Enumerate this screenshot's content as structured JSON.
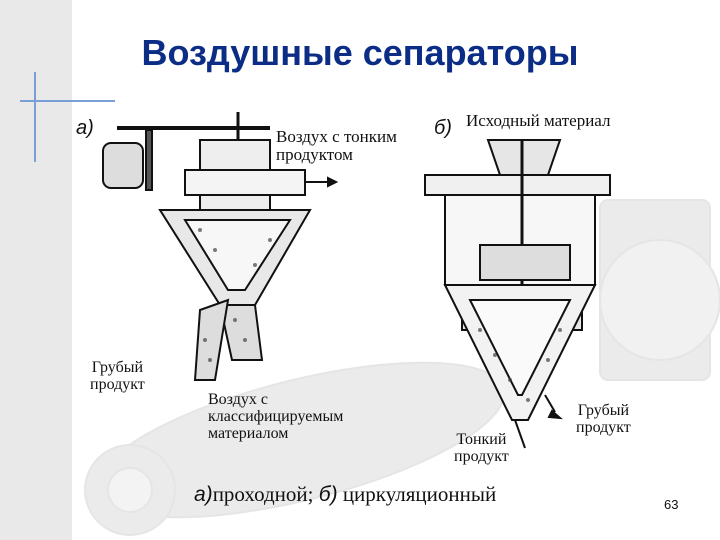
{
  "title": "Воздушные сепараторы",
  "diagram_a": {
    "marker": "а)",
    "label_top": "Воздух с тонким продуктом",
    "label_top_line1": "Воздух с тонким",
    "label_top_line2": "продуктом",
    "label_coarse_line1": "Грубый",
    "label_coarse_line2": "продукт",
    "label_air_line1": "Воздух с",
    "label_air_line2": "классифицируемым",
    "label_air_line3": "материалом"
  },
  "diagram_b": {
    "marker": "б)",
    "label_source": "Исходный материал",
    "label_fine_line1": "Тонкий",
    "label_fine_line2": "продукт",
    "label_coarse_line1": "Грубый",
    "label_coarse_line2": "продукт"
  },
  "caption": {
    "a_marker": "а)",
    "a_text": "проходной; ",
    "b_marker": "б)",
    "b_text": " циркуляционный"
  },
  "page_number": "63",
  "colors": {
    "title": "#0b2d86",
    "accent_lines": "#7a9fd6"
  }
}
